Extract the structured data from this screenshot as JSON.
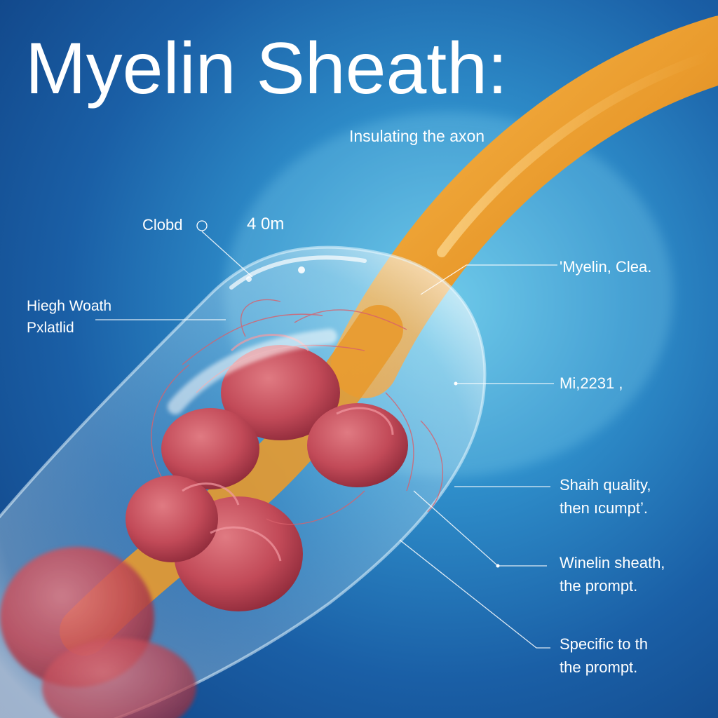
{
  "title": "Myelin Sheath:",
  "subtitle": "Insulating the axon",
  "labels": {
    "cloud": "Clobd",
    "scale": "4 0m",
    "left_callout": [
      "Hiegh Woath",
      "Pxlatlid"
    ],
    "right_callouts": [
      [
        "'Myelin, Clea."
      ],
      [
        "Mi,2231 ,"
      ],
      [
        "Shaih quality,",
        "then ıcumpt’."
      ],
      [
        "Winelin sheath,",
        "the prompt."
      ],
      [
        "Specific to th",
        "the prompt."
      ]
    ]
  },
  "colors": {
    "background_center": "#62c3e6",
    "background_edge": "#0f3f80",
    "axon": "#f0a53a",
    "tissue": "#c84a5a",
    "text": "#ffffff"
  }
}
